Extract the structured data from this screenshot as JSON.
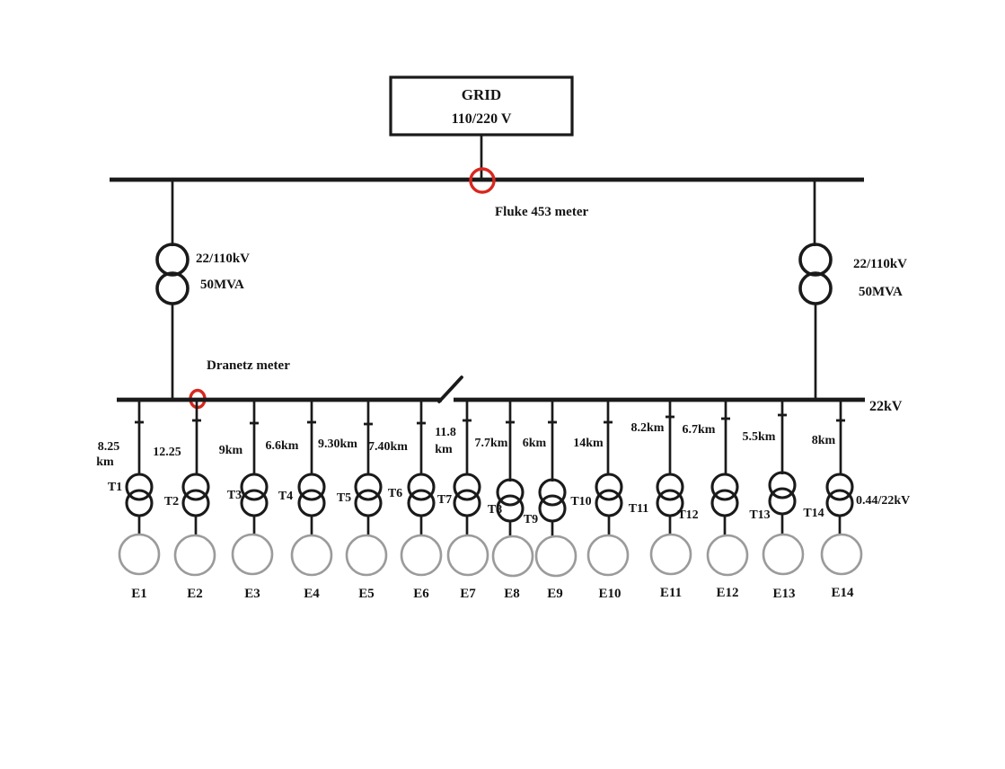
{
  "colors": {
    "line": "#1a1a1a",
    "text": "#141414",
    "meter_marker": "#d8281e",
    "load_circle": "#9b9b9b"
  },
  "grid": {
    "name": "GRID",
    "voltage": "110/220 V"
  },
  "hv_bus": {
    "meter_label": "Fluke 453 meter"
  },
  "mv_bus": {
    "voltage_label": "22kV",
    "meter_label": "Dranetz meter"
  },
  "main_transformers": {
    "left": {
      "ratio": "22/110kV",
      "rating": "50MVA"
    },
    "right": {
      "ratio": "22/110kV",
      "rating": "50MVA"
    }
  },
  "lv_ratio_label": "0.44/22kV",
  "feeders": [
    {
      "distance": "8.25",
      "unit": "km",
      "transformer": "T1",
      "load": "E1"
    },
    {
      "distance": "12.25",
      "unit": "",
      "transformer": "T2",
      "load": "E2"
    },
    {
      "distance": "9km",
      "unit": "",
      "transformer": "T3",
      "load": "E3"
    },
    {
      "distance": "6.6km",
      "unit": "",
      "transformer": "T4",
      "load": "E4"
    },
    {
      "distance": "9.30km",
      "unit": "",
      "transformer": "T5",
      "load": "E5"
    },
    {
      "distance": "7.40km",
      "unit": "",
      "transformer": "T6",
      "load": "E6"
    },
    {
      "distance": "11.8",
      "unit": "km",
      "transformer": "T7",
      "load": "E7"
    },
    {
      "distance": "7.7km",
      "unit": "",
      "transformer": "T8",
      "load": "E8"
    },
    {
      "distance": "6km",
      "unit": "",
      "transformer": "T9",
      "load": "E9"
    },
    {
      "distance": "14km",
      "unit": "",
      "transformer": "T10",
      "load": "E10"
    },
    {
      "distance": "8.2km",
      "unit": "",
      "transformer": "T11",
      "load": "E11"
    },
    {
      "distance": "6.7km",
      "unit": "",
      "transformer": "T12",
      "load": "E12"
    },
    {
      "distance": "5.5km",
      "unit": "",
      "transformer": "T13",
      "load": "E13"
    },
    {
      "distance": "8km",
      "unit": "",
      "transformer": "T14",
      "load": "E14"
    }
  ]
}
